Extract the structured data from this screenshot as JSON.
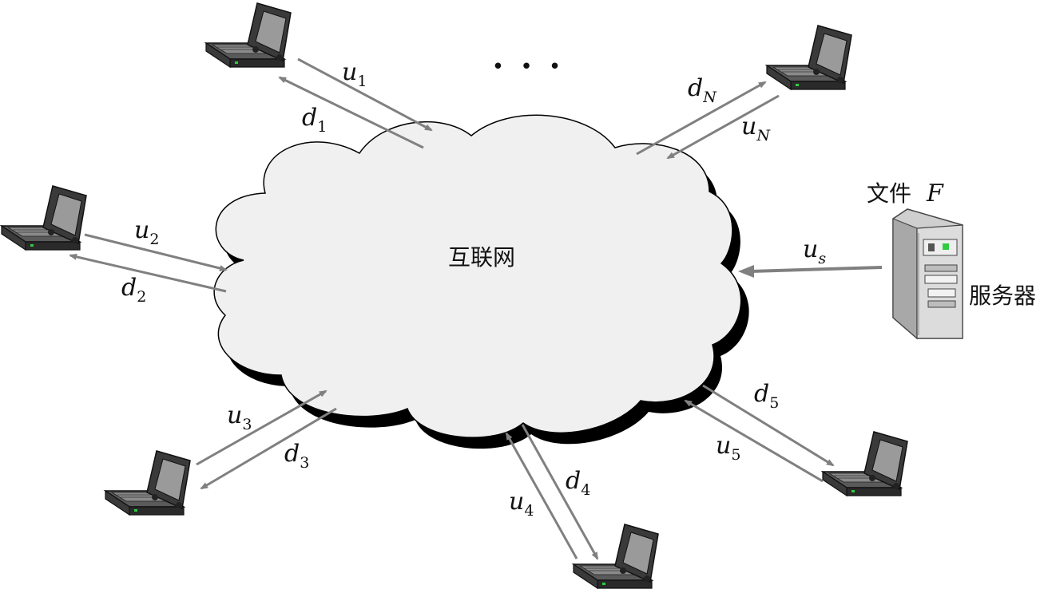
{
  "cloud": {
    "label": "互联网"
  },
  "ellipsis": "• • •",
  "server": {
    "file_label_prefix": "文件",
    "file_label_var": "F",
    "label": "服务器",
    "upload": {
      "base": "u",
      "sub": "s"
    }
  },
  "peers": [
    {
      "up": {
        "base": "u",
        "sub": "1"
      },
      "down": {
        "base": "d",
        "sub": "1"
      }
    },
    {
      "up": {
        "base": "u",
        "sub": "2"
      },
      "down": {
        "base": "d",
        "sub": "2"
      }
    },
    {
      "up": {
        "base": "u",
        "sub": "3"
      },
      "down": {
        "base": "d",
        "sub": "3"
      }
    },
    {
      "up": {
        "base": "u",
        "sub": "4"
      },
      "down": {
        "base": "d",
        "sub": "4"
      }
    },
    {
      "up": {
        "base": "u",
        "sub": "5"
      },
      "down": {
        "base": "d",
        "sub": "5"
      }
    },
    {
      "up": {
        "base": "u",
        "sub": "N"
      },
      "down": {
        "base": "d",
        "sub": "N"
      }
    }
  ],
  "colors": {
    "arrow": "#808080",
    "cloud_fill": "#f0f0f0",
    "cloud_shadow": "#000000",
    "laptop_dark": "#3a3a3a",
    "laptop_screen": "#9a9a9a",
    "server_body": "#dcdcdc"
  }
}
